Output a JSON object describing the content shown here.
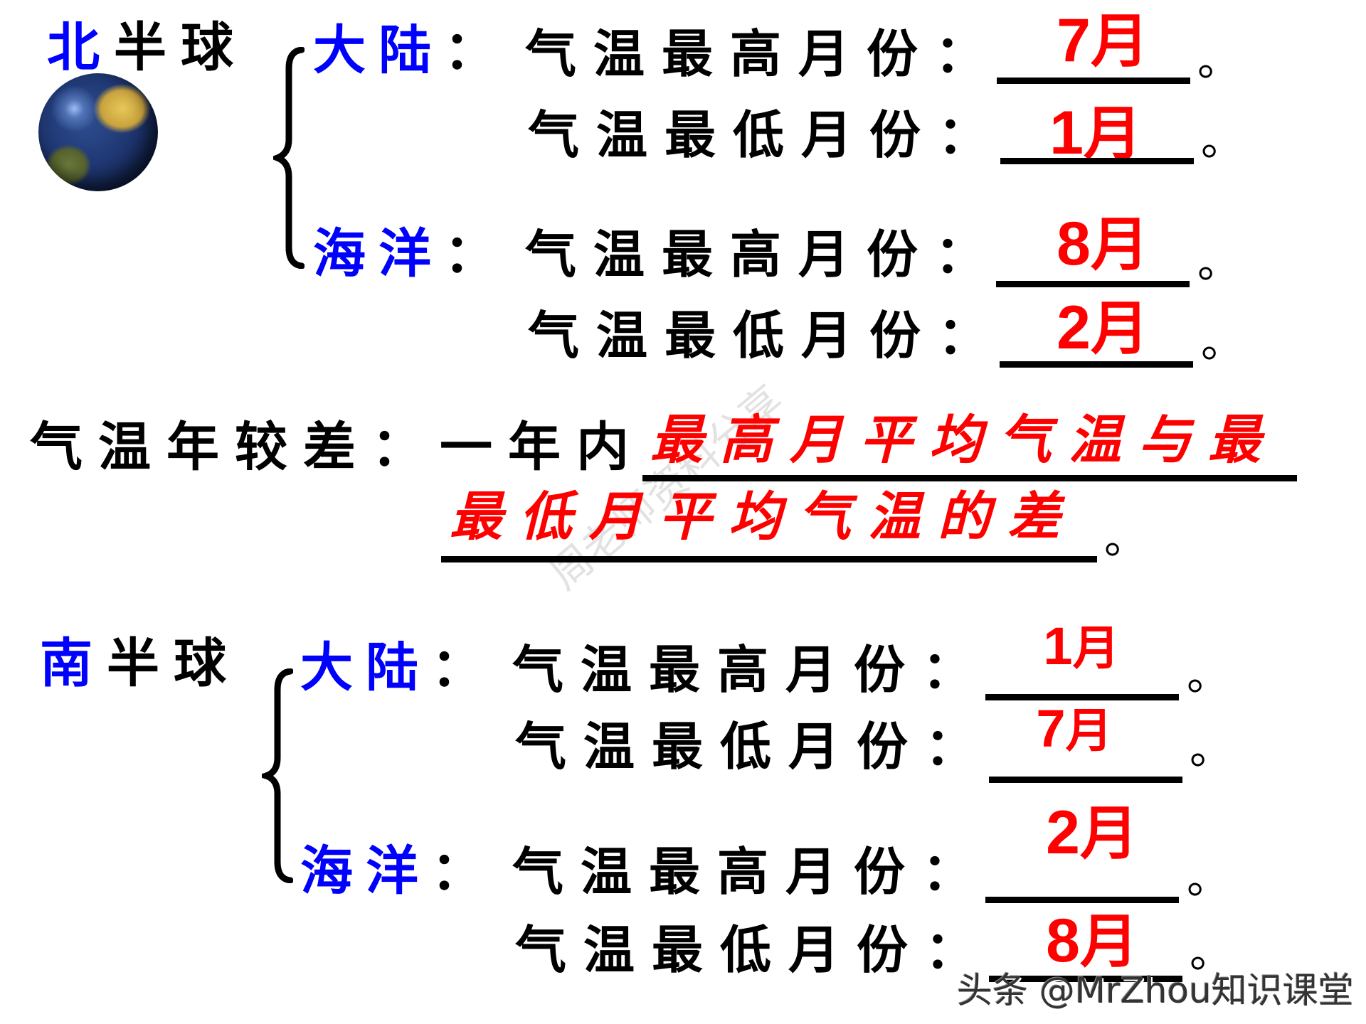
{
  "north": {
    "title_first": "北",
    "title_rest": "半球",
    "globe_icon": "earth-globe-icon",
    "land": {
      "label": "大陆",
      "colon": "：",
      "rows": [
        {
          "label": "气温最高月份：",
          "num": "7",
          "unit": "月"
        },
        {
          "label": "气温最低月份：",
          "num": "1",
          "unit": "月"
        }
      ]
    },
    "ocean": {
      "label": "海洋",
      "colon": "：",
      "rows": [
        {
          "label": "气温最高月份：",
          "num": "8",
          "unit": "月"
        },
        {
          "label": "气温最低月份：",
          "num": "2",
          "unit": "月"
        }
      ]
    }
  },
  "definition": {
    "term": "气温年较差：",
    "prefix": "一年内",
    "answer_line1": "最高月平均气温与最",
    "answer_line2": "最低月平均气温的差",
    "end": "。"
  },
  "south": {
    "title_first": "南",
    "title_rest": "半球",
    "land": {
      "label": "大陆",
      "colon": "：",
      "rows": [
        {
          "label": "气温最高月份：",
          "num": "1",
          "unit": "月"
        },
        {
          "label": "气温最低月份：",
          "num": "7",
          "unit": "月"
        }
      ]
    },
    "ocean": {
      "label": "海洋",
      "colon": "：",
      "rows": [
        {
          "label": "气温最高月份：",
          "num": "2",
          "unit": "月"
        },
        {
          "label": "气温最低月份：",
          "num": "8",
          "unit": "月"
        }
      ]
    }
  },
  "period": "。",
  "watermarks": {
    "background": "周老师资料分享",
    "source": "头条 @MrZhou知识课堂"
  },
  "colors": {
    "answer": "#ff0000",
    "category": "#0000ff",
    "text": "#000000"
  }
}
